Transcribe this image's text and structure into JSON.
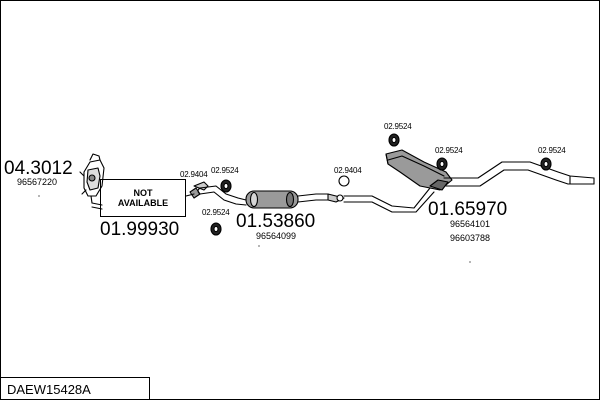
{
  "footer": {
    "model_code": "DAEW15428A"
  },
  "parts": {
    "cat_converter": {
      "part_number": "04.3012",
      "oem": "96567220"
    },
    "front_pipe": {
      "part_number": "01.99930",
      "status_text": "NOT\nAVAILABLE"
    },
    "middle_silencer": {
      "part_number": "01.53860",
      "oem": "96564099"
    },
    "rear_silencer": {
      "part_number": "01.65970",
      "oem_1": "96564101",
      "oem_2": "96603788"
    }
  },
  "fittings": {
    "f1": "02.9404",
    "f2": "02.9524",
    "f3": "02.9524",
    "f4": "02.9404",
    "f5": "02.9524",
    "f6": "02.9524",
    "f7": "02.9524"
  }
}
